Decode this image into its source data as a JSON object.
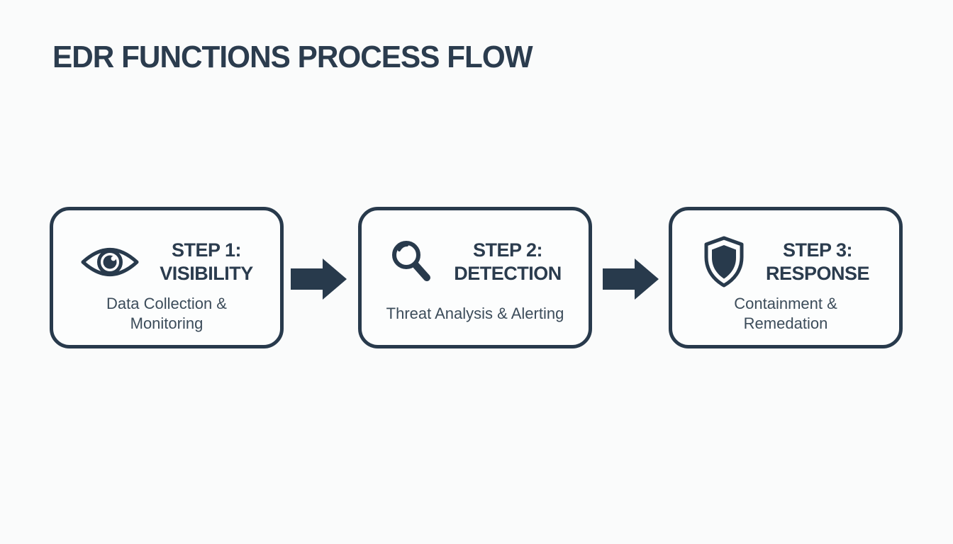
{
  "title": "EDR FUNCTIONS PROCESS FLOW",
  "colors": {
    "navy": "#283a4c",
    "subtitle_text": "#3c4c5a",
    "background": "#fafbfb",
    "box_fill": "#fcfdfd"
  },
  "steps": [
    {
      "icon": "eye-icon",
      "heading_line1": "STEP 1:",
      "heading_line2": "VISIBILITY",
      "subtitle_line1": "Data Collection &",
      "subtitle_line2": "Monitoring"
    },
    {
      "icon": "magnifier-icon",
      "heading_line1": "STEP 2:",
      "heading_line2": "DETECTION",
      "subtitle_line1": "Threat Analysis & Alerting",
      "subtitle_line2": ""
    },
    {
      "icon": "shield-icon",
      "heading_line1": "STEP 3:",
      "heading_line2": "RESPONSE",
      "subtitle_line1": "Containment &",
      "subtitle_line2": "Remedation"
    }
  ],
  "arrows": [
    {
      "icon": "arrow-right-icon"
    },
    {
      "icon": "arrow-right-icon"
    }
  ]
}
